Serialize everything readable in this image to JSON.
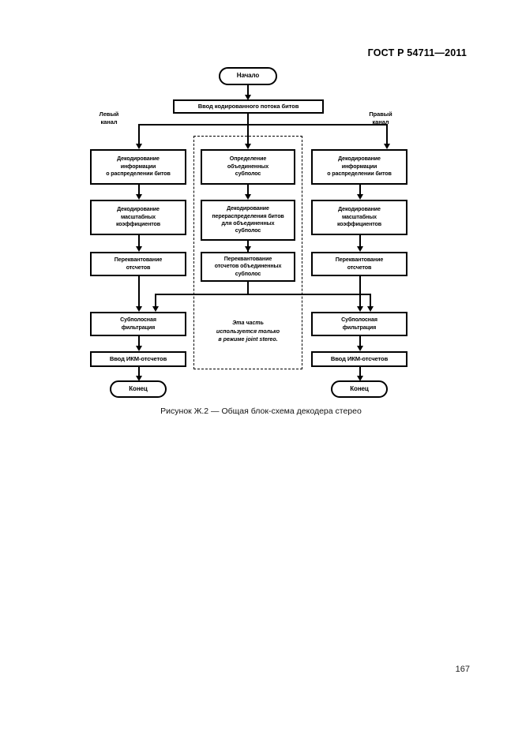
{
  "document": {
    "header": "ГОСТ Р 54711—2011",
    "page_number": "167"
  },
  "figure": {
    "caption": "Рисунок Ж.2 — Общая блок-схема декодера стерео",
    "labels": {
      "left_channel": "Левый\nканал",
      "right_channel": "Правый\nканал"
    },
    "nodes": {
      "start": "Начало",
      "input_bitstream": "Ввод кодированного потока битов",
      "left_decode_allocation": "Декодирование\nинформации\nо распределении битов",
      "left_decode_scalefactors": "Декодирование\nмасштабных\nкоэффициентов",
      "left_requantize": "Переквантование\nотсчетов",
      "left_subband_filter": "Субполосная\nфильтрация",
      "left_pcm_output": "Ввод ИКМ-отсчетов",
      "left_end": "Конец",
      "center_determine_joint": "Определение\nобъединенных\nсубполос",
      "center_decode_realloc": "Декодирование\nперераспределения битов\nдля объединенных\nсубполос",
      "center_requantize_joint": "Переквантование\nотсчетов объединенных\nсубполос",
      "center_note": "Эта часть\nиспользуется только\nв режиме joint stereo.",
      "right_decode_allocation": "Декодирование\nинформации\nо распределении битов",
      "right_decode_scalefactors": "Декодирование\nмасштабных\nкоэффициентов",
      "right_requantize": "Переквантование\nотсчетов",
      "right_subband_filter": "Субполосная\nфильтрация",
      "right_pcm_output": "Ввод ИКМ-отсчетов",
      "right_end": "Конец"
    }
  }
}
